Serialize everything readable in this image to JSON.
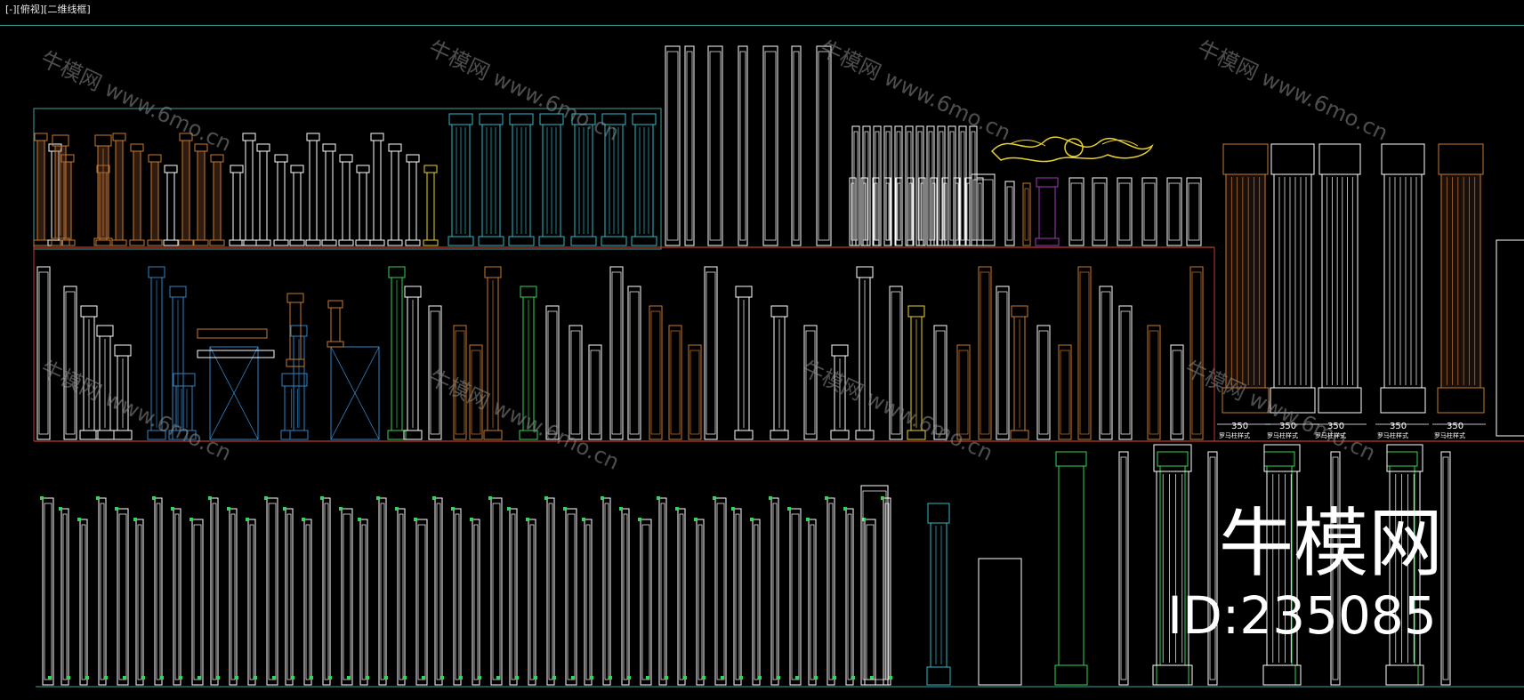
{
  "viewport": {
    "label": "[-][俯视][二维线框]"
  },
  "brand": {
    "name": "牛模网",
    "id": "ID:235085"
  },
  "watermark": {
    "text": "牛模网 www.6mo.cn"
  },
  "dimension_labels": [
    "350",
    "350",
    "350",
    "350",
    "350"
  ],
  "sheet_notes": [
    "罗马柱样式",
    "罗马柱样式",
    "罗马柱样式",
    "罗马柱样式",
    "罗马柱样式"
  ],
  "colors": {
    "background": "#000000",
    "frame_cyan": "#3ea2a2",
    "row_red": "#c0392b",
    "white": "#ffffff",
    "cyan": "#35b8c8",
    "blue": "#2f84c6",
    "orange": "#c67a2e",
    "brown": "#8a4e2e",
    "green": "#35d455",
    "yellow": "#e8d22a",
    "magenta": "#a23ab8"
  }
}
